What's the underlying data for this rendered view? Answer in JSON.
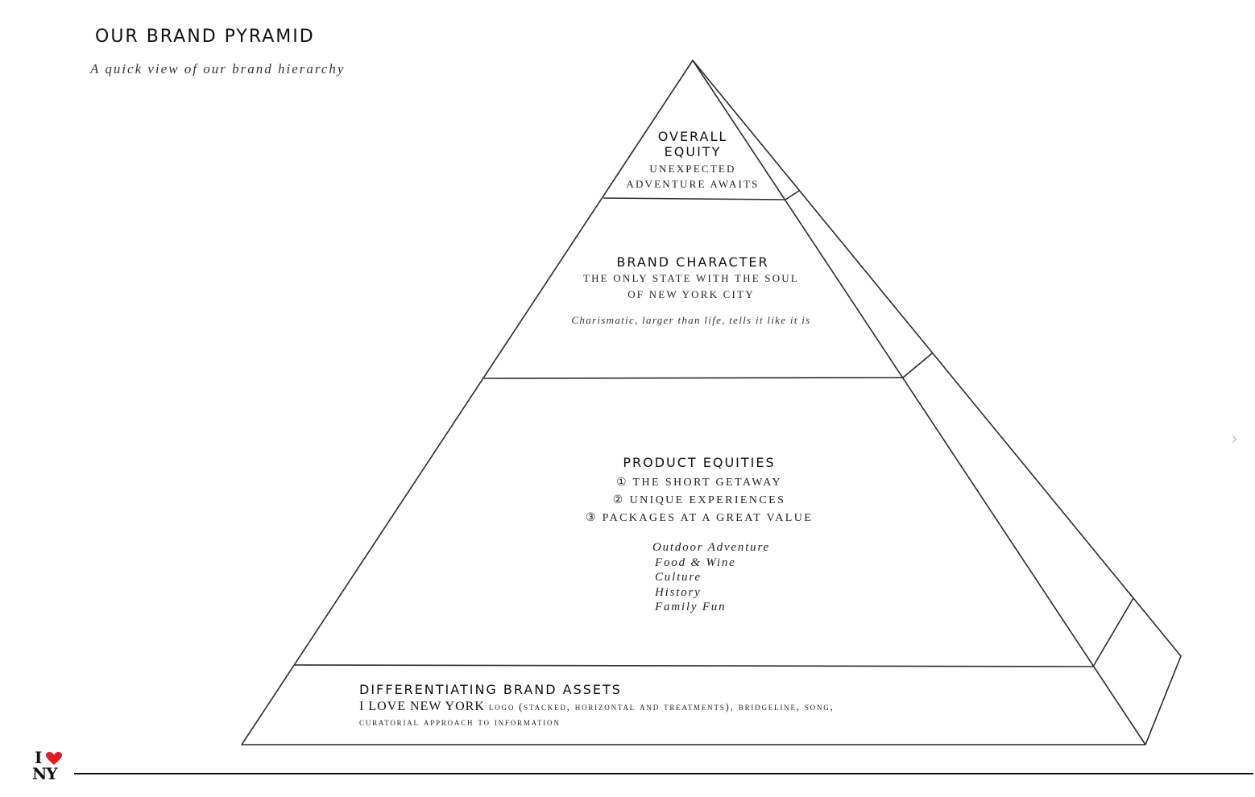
{
  "header": {
    "title": "OUR BRAND PYRAMID",
    "subtitle": "A quick view of our brand hierarchy"
  },
  "pyramid": {
    "overall_equity": {
      "title_line1": "OVERALL",
      "title_line2": "EQUITY",
      "sub_line1": "UNEXPECTED",
      "sub_line2": "ADVENTURE AWAITS"
    },
    "brand_character": {
      "title": "BRAND CHARACTER",
      "sub_line1": "THE ONLY STATE WITH THE SOUL",
      "sub_line2": "OF NEW YORK CITY",
      "description": "Charismatic, larger than life, tells it like it is"
    },
    "product_equities": {
      "title": "PRODUCT EQUITIES",
      "items": [
        "① THE SHORT GETAWAY",
        "② UNIQUE EXPERIENCES",
        "③ PACKAGES AT A GREAT VALUE"
      ],
      "categories": [
        "Outdoor Adventure",
        "Food & Wine",
        "Culture",
        "History",
        "Family Fun"
      ]
    },
    "brand_assets": {
      "title": "DIFFERENTIATING BRAND ASSETS",
      "logo_name": "I LOVE NEW YORK",
      "line1_rest": " logo (stacked, horizontal and treatments), bridgeline, song,",
      "line2": "curatorial approach to information"
    }
  },
  "footer": {
    "logo_top": "I",
    "logo_bottom": "NY",
    "heart_color": "#e31b23"
  },
  "nav": {
    "next_icon": "›"
  }
}
